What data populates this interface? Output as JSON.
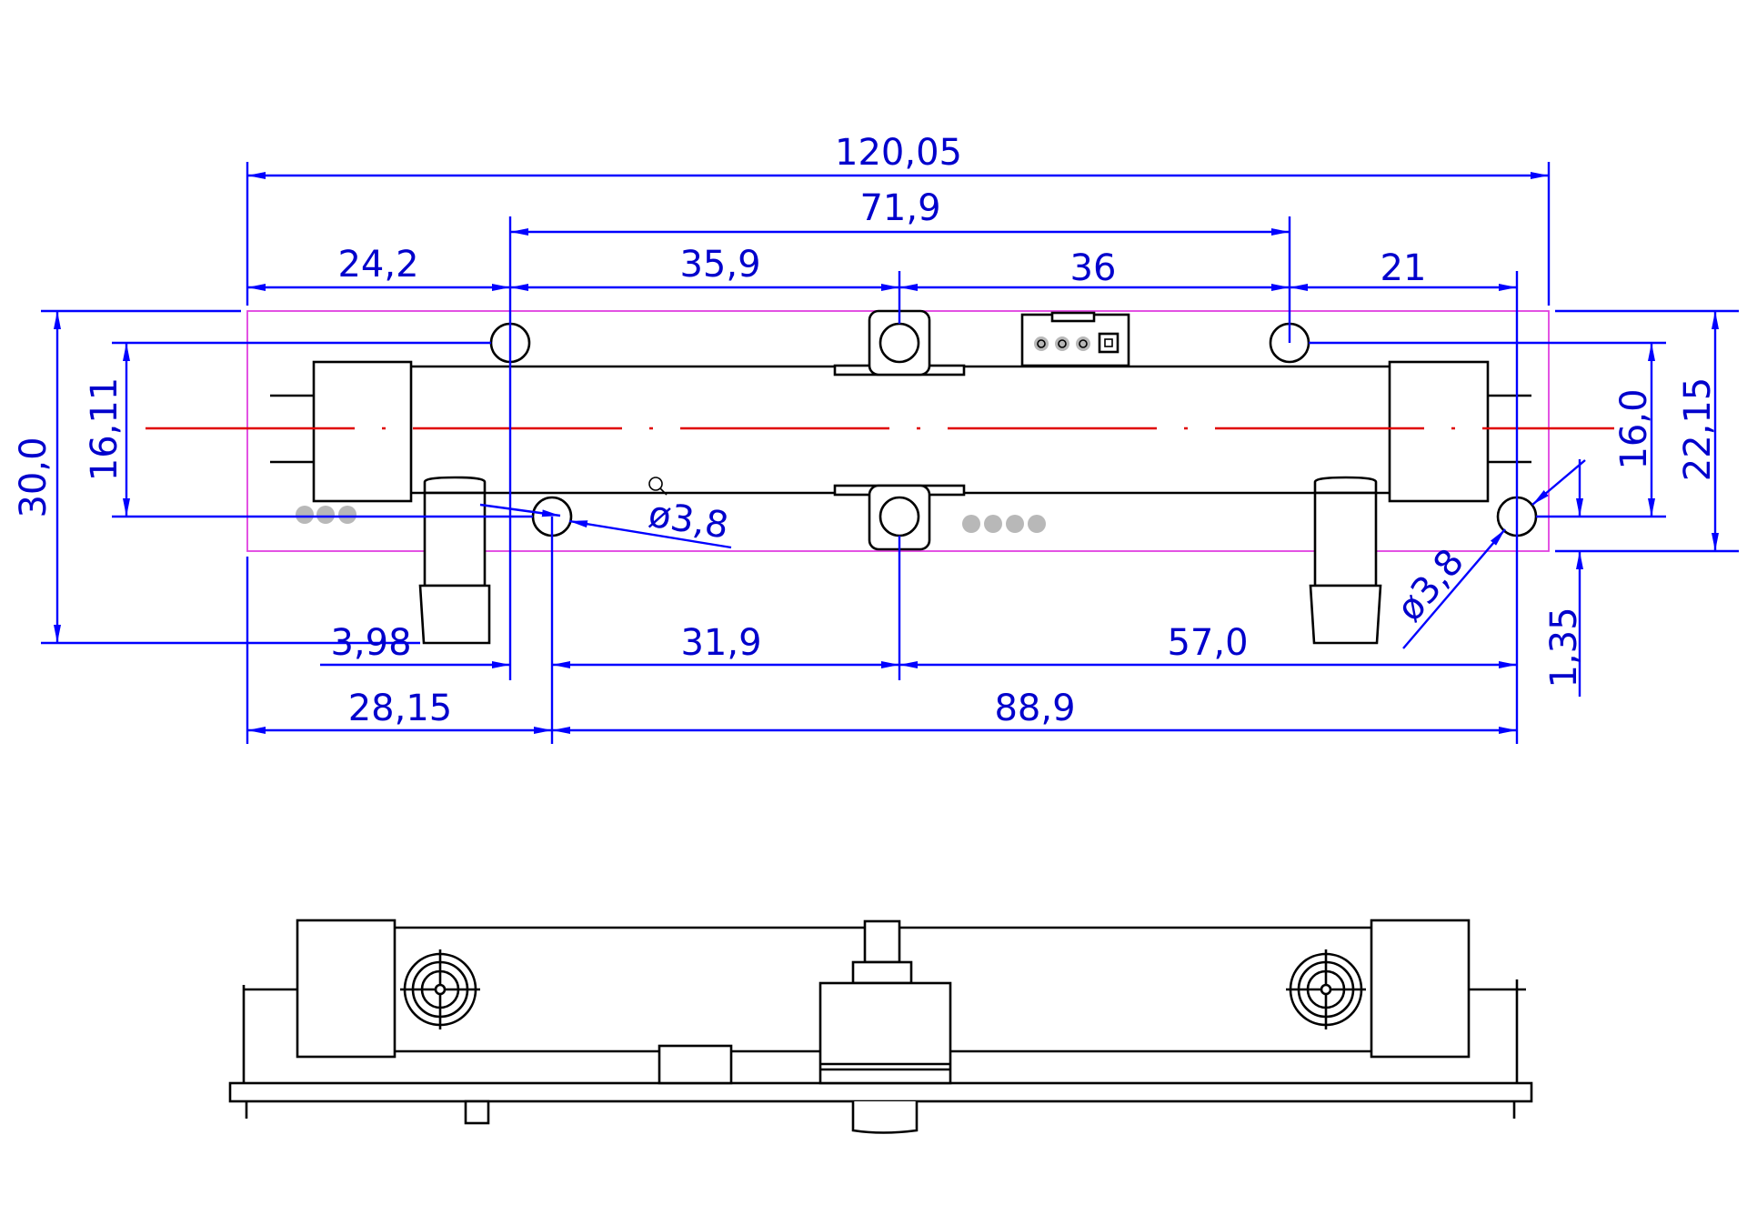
{
  "drawing": {
    "colors": {
      "dimension": "#0000ff",
      "outline": "#000000",
      "centerline": "#e00000",
      "pcb_boundary": "#e040e0",
      "pin_dots": "#b8b8b8"
    },
    "dimensions": {
      "overall_length": "120,05",
      "hole_pitch": "71,9",
      "left_offset": "24,2",
      "left_segment": "35,9",
      "right_segment": "36",
      "right_offset": "21",
      "total_height": "30,0",
      "left_hole_spacing": "16,11",
      "right_hole_spacing": "16,0",
      "pcb_height": "22,15",
      "bottom_offset": "1,35",
      "hole_dia_left": "ø3,8",
      "hole_dia_right": "ø3,8",
      "small_offset": "3,98",
      "bottom_mid": "31,9",
      "bottom_right": "57,0",
      "bottom_left_total": "28,15",
      "bottom_right_total": "88,9"
    },
    "icons": {
      "zoom": "magnifier-icon"
    }
  }
}
